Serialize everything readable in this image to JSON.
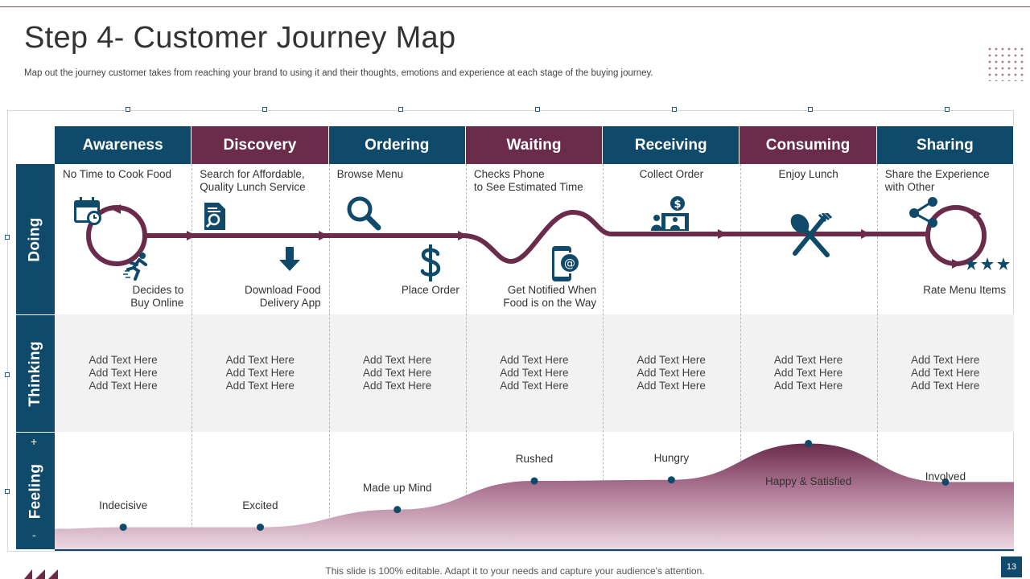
{
  "title": "Step 4- Customer Journey Map",
  "subtitle": "Map  out the journey customer takes from reaching your brand to  using it and their thoughts, emotions and experience at each stage of the buying journey.",
  "rows": {
    "doing": "Doing",
    "thinking": "Thinking",
    "feeling": "Feeling"
  },
  "feeling_scale": {
    "plus": "+",
    "minus": "-"
  },
  "stages": [
    {
      "name": "Awareness",
      "color": "#0f4a6b"
    },
    {
      "name": "Discovery",
      "color": "#6a2c4a"
    },
    {
      "name": "Ordering",
      "color": "#0f4a6b"
    },
    {
      "name": "Waiting",
      "color": "#6a2c4a"
    },
    {
      "name": "Receiving",
      "color": "#0f4a6b"
    },
    {
      "name": "Consuming",
      "color": "#6a2c4a"
    },
    {
      "name": "Sharing",
      "color": "#0f4a6b"
    }
  ],
  "doing": {
    "top": [
      "No Time to Cook Food",
      "Search for Affordable,\nQuality Lunch Service",
      "Browse Menu",
      "Checks Phone\nto See Estimated Time",
      "Collect Order",
      "Enjoy Lunch",
      "Share the Experience\nwith Other"
    ],
    "bottom": [
      "Decides to\nBuy Online",
      "Download  Food\nDelivery  App",
      "Place Order",
      "Get Notified  When\nFood is on the Way",
      "",
      "",
      "Rate Menu Items"
    ]
  },
  "icons": {
    "calendar": "calendar-icon",
    "runner": "running-person-icon",
    "search_doc": "document-search-icon",
    "download": "download-arrow-icon",
    "magnifier": "magnifier-icon",
    "dollar": "dollar-icon",
    "phone": "phone-notification-icon",
    "pickup": "order-pickup-icon",
    "utensils": "fork-knife-icon",
    "share": "share-icon",
    "stars": "rating-stars-icon"
  },
  "thinking": [
    "Add Text Here\nAdd Text Here\nAdd Text Here",
    "Add Text Here\nAdd Text Here\nAdd Text Here",
    "Add Text Here\nAdd Text Here\nAdd Text Here",
    "Add Text Here\nAdd Text Here\nAdd Text Here",
    "Add Text Here\nAdd Text Here\nAdd Text Here",
    "Add Text Here\nAdd Text Here\nAdd Text Here",
    "Add Text Here\nAdd Text Here\nAdd Text Here"
  ],
  "feelings": [
    {
      "label": "Indecisive",
      "level": 0.2
    },
    {
      "label": "Excited",
      "level": 0.2
    },
    {
      "label": "Made up Mind",
      "level": 0.36
    },
    {
      "label": "Rushed",
      "level": 0.62
    },
    {
      "label": "Hungry",
      "level": 0.63
    },
    {
      "label": "Happy  & Satisfied",
      "level": 0.96
    },
    {
      "label": "Involved",
      "level": 0.61
    }
  ],
  "colors": {
    "blue": "#0f4a6b",
    "plum": "#6a2c4a",
    "dot": "#0f4a6b"
  },
  "footer": "This slide is 100% editable. Adapt it to your needs and capture your audience's attention.",
  "page_number": "13"
}
